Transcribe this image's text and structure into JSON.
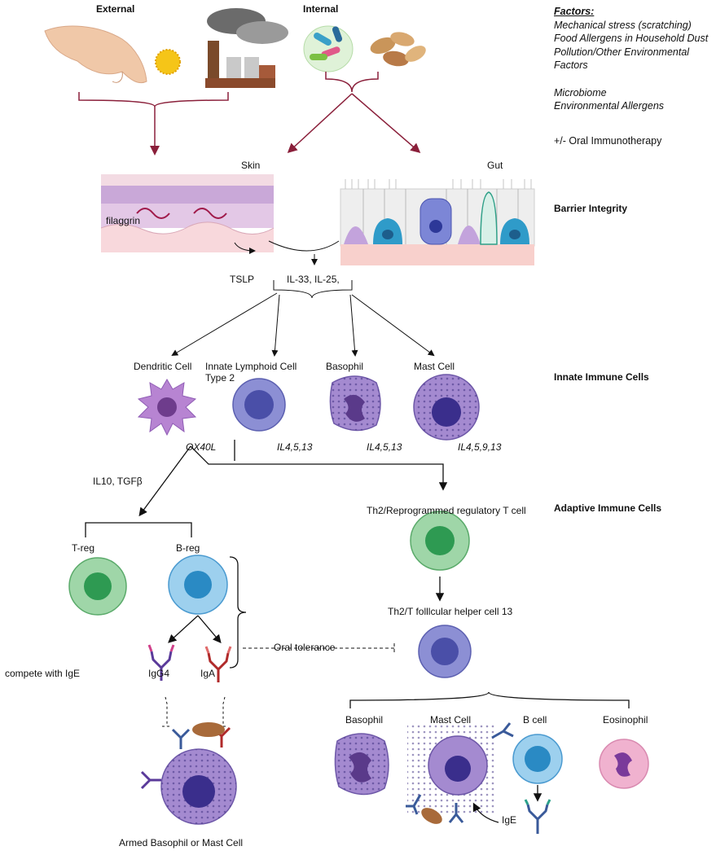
{
  "sources": {
    "external": "External",
    "internal": "Internal"
  },
  "factors": {
    "title": "Factors:",
    "external_items": [
      "Mechanical stress (scratching)",
      "Food Allergens in Household Dust",
      "Pollution/Other Environmental",
      "Factors"
    ],
    "internal_items": [
      "Microbiome",
      "Environmental Allergens"
    ],
    "therapy": "+/-  Oral Immunotherapy"
  },
  "sections": {
    "barrier": "Barrier Integrity",
    "innate": "Innate Immune Cells",
    "adaptive": "Adaptive Immune Cells"
  },
  "tissues": {
    "skin": "Skin",
    "gut": "Gut",
    "filaggrin": "filaggrin"
  },
  "cytokines": {
    "tslp": "TSLP",
    "il33_il25": "IL-33, IL-25,"
  },
  "innate_cells": {
    "dendritic": "Dendritic Cell",
    "ilc2_line1": "Innate Lymphoid Cell",
    "ilc2_line2": "Type 2",
    "basophil": "Basophil",
    "mast": "Mast Cell"
  },
  "innate_outputs": {
    "ox40l": "OX40L",
    "ilc2": "IL4,5,13",
    "basophil": "IL4,5,13",
    "mast": "IL4,5,9,13"
  },
  "adaptive": {
    "il10_tgfb": "IL10, TGFβ",
    "treg": "T-reg",
    "breg": "B-reg",
    "th2_treg": "Th2/Reprogrammed regulatory T cell",
    "tfh13": "Th2/T folllcular helper cell 13",
    "igg4": "IgG4",
    "iga": "IgA",
    "compete": "compete with IgE",
    "oral_tolerance": "Oral tolerance",
    "armed": "Armed Basophil or Mast Cell"
  },
  "effectors": {
    "basophil": "Basophil",
    "mast": "Mast Cell",
    "bcell": "B cell",
    "eosinophil": "Eosinophil",
    "ige": "IgE"
  },
  "colors": {
    "maroon": "#8a1f3a",
    "treg_green": "#7cc48c",
    "breg_blue": "#6fb4e0",
    "lymph_purple": "#8c8fd4",
    "granulocyte": "#a48ad0",
    "eosinophil_pink": "#f0b2cf"
  }
}
